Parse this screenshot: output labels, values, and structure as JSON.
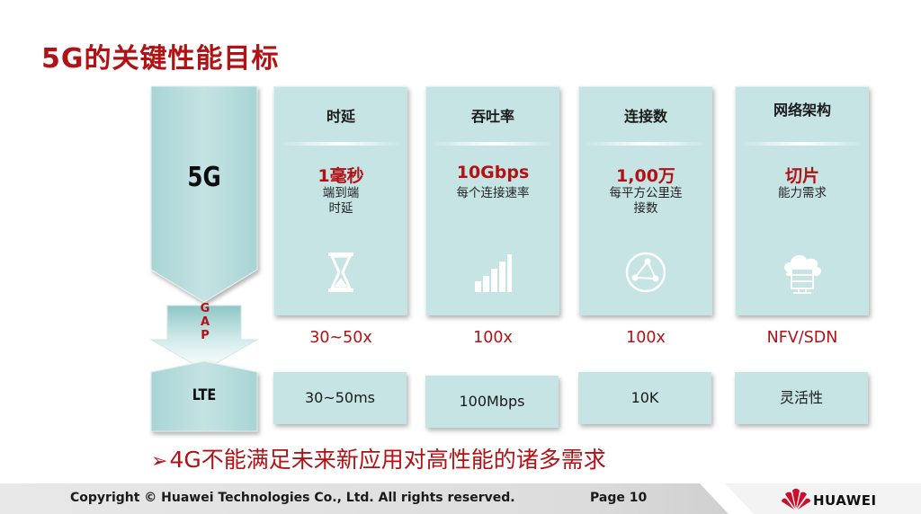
{
  "title": "5G的关键性能目标",
  "left_column": {
    "top_label": "5G",
    "gap_letters": [
      "G",
      "A",
      "P"
    ],
    "bottom_label": "LTE"
  },
  "metrics": [
    {
      "title": "时延",
      "value": "1毫秒",
      "desc_lines": [
        "端到端",
        "时延"
      ],
      "icon": "hourglass-icon",
      "multiplier": "30~50x",
      "lte_value": "30~50ms"
    },
    {
      "title": "吞吐率",
      "value": "10Gbps",
      "desc_lines": [
        "每个连接速率"
      ],
      "icon": "signal-bars-icon",
      "multiplier": "100x",
      "lte_value": "100Mbps"
    },
    {
      "title": "连接数",
      "value": "1,00万",
      "desc_lines": [
        "每平方公里连",
        "接数"
      ],
      "icon": "network-nodes-icon",
      "multiplier": "100x",
      "lte_value": "10K"
    },
    {
      "title": "网络架构",
      "value": "切片",
      "desc_lines": [
        "能力需求"
      ],
      "icon": "cloud-server-icon",
      "multiplier": "NFV/SDN",
      "lte_value": "灵活性"
    }
  ],
  "bullet": {
    "marker": "➢",
    "text": "4G不能满足未来新应用对高性能的诸多需求"
  },
  "footer": {
    "copyright": "Copyright © Huawei Technologies Co., Ltd. All rights reserved.",
    "page": "Page 10",
    "brand": "HUAWEI"
  },
  "colors": {
    "accent_red": "#b11216",
    "card_fill": "#c7e4e4",
    "column_fill": "#b6dcdc"
  }
}
